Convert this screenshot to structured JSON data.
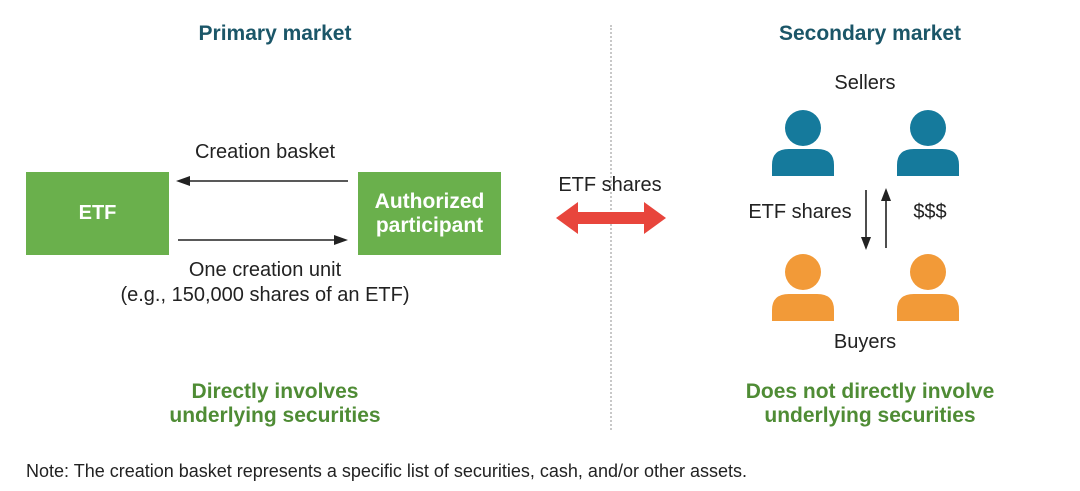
{
  "primary": {
    "title": "Primary market",
    "etf_box": "ETF",
    "ap_box_line1": "Authorized",
    "ap_box_line2": "participant",
    "creation_basket": "Creation basket",
    "creation_unit_line1": "One creation unit",
    "creation_unit_line2": "(e.g., 150,000 shares of an ETF)",
    "footer_line1": "Directly involves",
    "footer_line2": "underlying securities"
  },
  "middle": {
    "etf_shares": "ETF shares"
  },
  "secondary": {
    "title": "Secondary market",
    "sellers": "Sellers",
    "buyers": "Buyers",
    "etf_shares": "ETF shares",
    "money": "$$$",
    "footer_line1": "Does not directly involve",
    "footer_line2": "underlying securities"
  },
  "note": "Note: The creation basket represents a specific list of securities, cash, and/or other assets.",
  "colors": {
    "heading": "#1b5668",
    "box_green": "#6ab04c",
    "text_green": "#4f8c35",
    "seller_blue": "#157a9c",
    "buyer_orange": "#f29a38",
    "arrow_red": "#e8453c"
  }
}
